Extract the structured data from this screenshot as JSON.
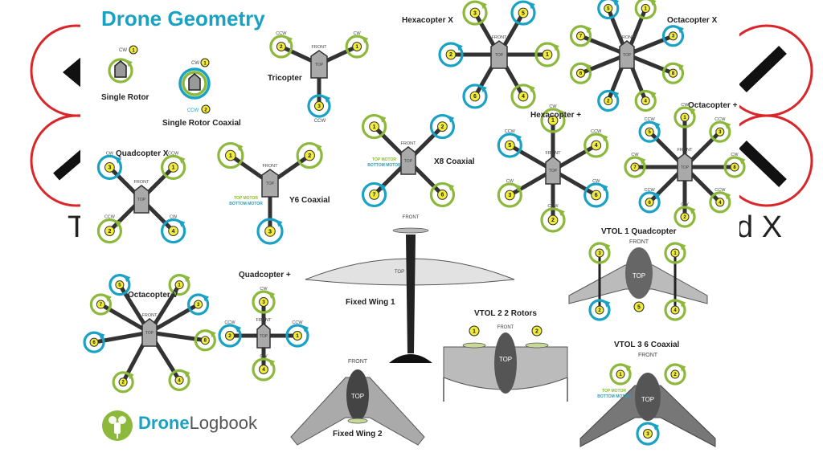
{
  "title": "Drone Geometry",
  "labels": {
    "single_rotor": "Single Rotor",
    "single_rotor_coaxial": "Single Rotor Coaxial",
    "tricopter": "Tricopter",
    "hexacopter_x": "Hexacopter X",
    "octacopter_x": "Octacopter X",
    "quadcopter_x": "Quadcopter X",
    "y6_coaxial": "Y6 Coaxial",
    "x8_coaxial": "X8 Coaxial",
    "hexacopter_plus": "Hexacopter +",
    "octacopter_plus": "Octacopter +",
    "octacopter_v": "Octacopter V",
    "quadcopter_plus": "Quadcopter +",
    "fixed_wing_1": "Fixed Wing  1",
    "vtol1": "VTOL 1  Quadcopter",
    "vtol2": "VTOL 2  2 Rotors",
    "vtol3": "VTOL 3  6 Coaxial",
    "fixed_wing_2": "Fixed Wing  2"
  },
  "common": {
    "front": "FRONT",
    "top": "TOP",
    "cw": "CW",
    "ccw": "CCW",
    "top_motor": "TOP MOTOR",
    "bottom_motor": "BOTTOM MOTOR"
  },
  "logo": {
    "part1": "Drone",
    "part2": "Logbook",
    "icon": "drone-logbook-logo-icon"
  },
  "background": {
    "left_text": "T",
    "right_text": "d X"
  },
  "colors": {
    "green": "#8cb83c",
    "blue": "#1aa2c4",
    "yellow": "#f2ec3a",
    "frame": "#a9a9a9",
    "outline": "#333333"
  }
}
